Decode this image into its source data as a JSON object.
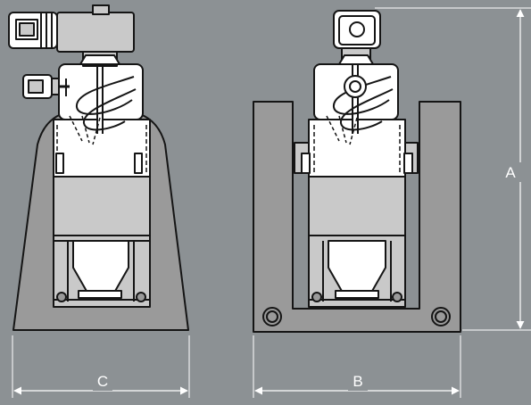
{
  "diagram": {
    "dimensions": {
      "height_label": "A",
      "width_front_label": "B",
      "width_side_label": "C"
    },
    "colors": {
      "background": "#8c9194",
      "outline": "#151515",
      "light_part": "#ffffff",
      "medium_part": "#c9c9c9",
      "dark_part": "#9a9a9a",
      "dimension_line": "#ffffff"
    }
  }
}
